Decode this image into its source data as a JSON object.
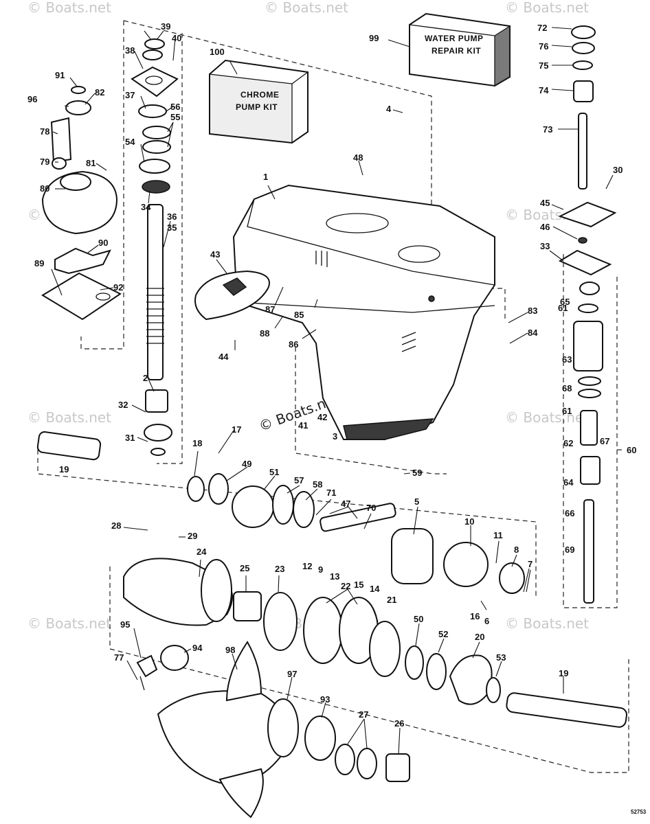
{
  "kits": {
    "water_pump": {
      "number": "99",
      "line1": "WATER PUMP",
      "line2": "REPAIR KIT"
    },
    "chrome_pump": {
      "number": "100",
      "line1": "CHROME",
      "line2": "PUMP KIT"
    }
  },
  "watermark": "© Boats.net",
  "diagram_code": "52753",
  "labels": [
    "1",
    "2",
    "3",
    "4",
    "5",
    "6",
    "7",
    "8",
    "9",
    "10",
    "11",
    "12",
    "13",
    "14",
    "15",
    "16",
    "17",
    "18",
    "19",
    "19",
    "20",
    "21",
    "22",
    "23",
    "24",
    "25",
    "26",
    "27",
    "28",
    "29",
    "30",
    "31",
    "32",
    "33",
    "34",
    "35",
    "36",
    "37",
    "38",
    "39",
    "40",
    "41",
    "42",
    "43",
    "44",
    "45",
    "46",
    "47",
    "48",
    "49",
    "50",
    "51",
    "52",
    "53",
    "54",
    "55",
    "56",
    "57",
    "58",
    "59",
    "60",
    "61",
    "61",
    "62",
    "63",
    "64",
    "65",
    "66",
    "67",
    "68",
    "69",
    "70",
    "71",
    "72",
    "73",
    "74",
    "75",
    "76",
    "77",
    "78",
    "79",
    "80",
    "81",
    "82",
    "83",
    "84",
    "85",
    "86",
    "87",
    "88",
    "89",
    "90",
    "91",
    "92",
    "93",
    "94",
    "95",
    "96",
    "97",
    "98"
  ]
}
